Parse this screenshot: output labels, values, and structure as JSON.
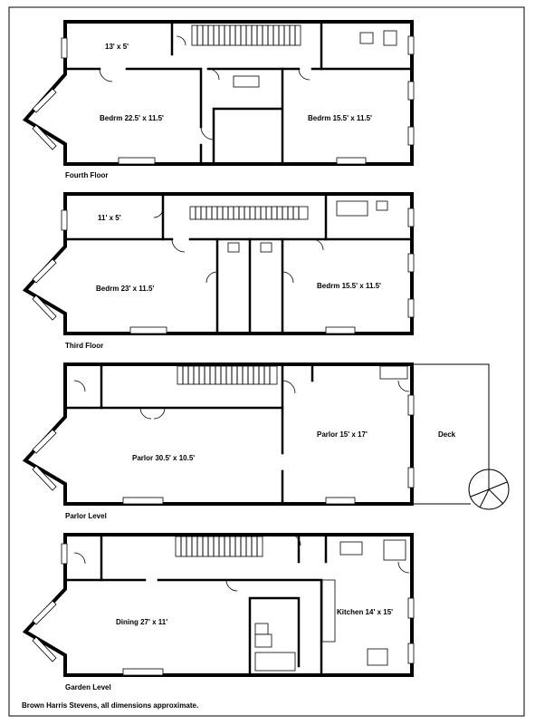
{
  "floors": {
    "fourth": {
      "title": "Fourth Floor",
      "rooms": [
        "13' x 5'",
        "Bedrm 22.5' x 11.5'",
        "Bedrm 15.5' x 11.5'"
      ]
    },
    "third": {
      "title": "Third Floor",
      "rooms": [
        "11' x 5'",
        "Bedrm 23' x 11.5'",
        "Bedrm 15.5' x 11.5'"
      ]
    },
    "parlor": {
      "title": "Parlor Level",
      "rooms": [
        "Parlor 30.5' x 10.5'",
        "Parlor 15' x 17'",
        "Deck"
      ]
    },
    "garden": {
      "title": "Garden Level",
      "rooms": [
        "Dining 27' x 11'",
        "Kitchen 14' x 15'"
      ]
    }
  },
  "footer": "Brown Harris Stevens, all dimensions approximate."
}
